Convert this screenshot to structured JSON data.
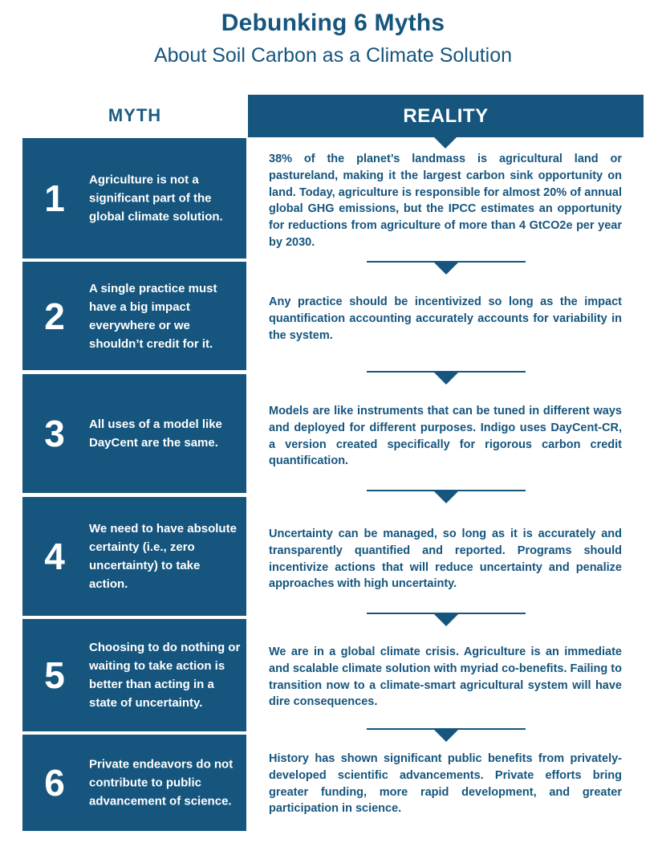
{
  "title": "Debunking 6 Myths",
  "subtitle": "About Soil Carbon as a Climate Solution",
  "headers": {
    "myth": "MYTH",
    "reality": "REALITY"
  },
  "rows": [
    {
      "number": "1",
      "myth": "Agriculture is not a significant part of the global climate solution.",
      "reality": "38% of the planet’s landmass is agricultural land or pastureland, making it the largest carbon sink opportunity on land. Today, agriculture is responsible for almost 20% of annual global GHG emissions, but the IPCC estimates an opportunity for reductions from agriculture of more than 4 GtCO2e per year by 2030."
    },
    {
      "number": "2",
      "myth": "A single practice must have a big impact everywhere or we shouldn’t credit for it.",
      "reality": "Any practice should be incentivized so long as the impact quantification accounting accurately accounts for variability in the system."
    },
    {
      "number": "3",
      "myth": "All uses of a model like DayCent are the same.",
      "reality": "Models are like instruments that can be tuned in different ways and deployed for different purposes. Indigo uses DayCent-CR, a version created specifically for rigorous carbon credit quantification."
    },
    {
      "number": "4",
      "myth": "We need to have absolute certainty (i.e., zero uncertainty) to take action.",
      "reality": "Uncertainty can be managed, so long as it is accurately and transparently quantified and reported. Programs should incentivize actions that will reduce uncertainty and penalize approaches with high uncertainty."
    },
    {
      "number": "5",
      "myth": "Choosing to do nothing or waiting to take action is better than acting in a state of uncertainty.",
      "reality": "We are in a global climate crisis. Agriculture is an immediate and scalable climate solution with myriad co-benefits. Failing to transition now to a climate-smart agricultural system will have dire consequences."
    },
    {
      "number": "6",
      "myth": "Private endeavors do not contribute to public advancement of science.",
      "reality": "History has shown significant public benefits from privately-developed scientific advancements. Private efforts bring greater funding, more rapid development, and greater participation in science."
    }
  ],
  "colors": {
    "primary": "#15557e",
    "background": "#ffffff"
  }
}
